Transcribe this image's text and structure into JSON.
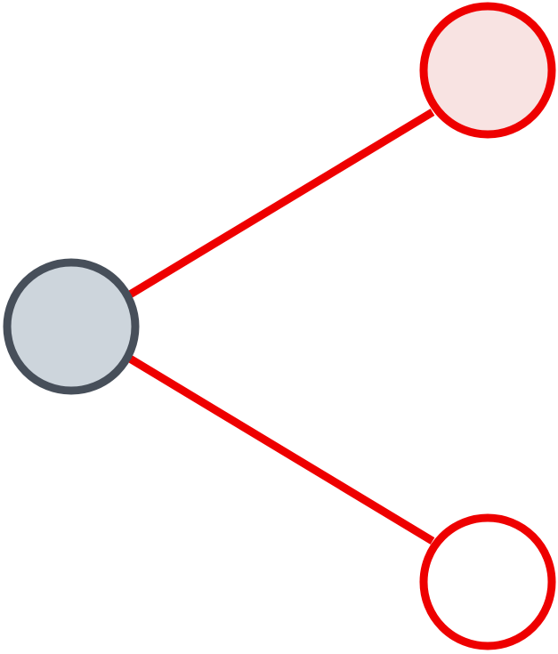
{
  "diagram": {
    "nodes": [
      {
        "id": "root",
        "fill": "#cdd5dc",
        "stroke": "#474f5a"
      },
      {
        "id": "top-child",
        "fill": "#f8e3e2",
        "stroke": "#ee0000"
      },
      {
        "id": "bottom-child",
        "fill": "#ffffff",
        "stroke": "#ee0000"
      }
    ],
    "edges": [
      {
        "from": "root",
        "to": "top-child",
        "color": "#ee0000"
      },
      {
        "from": "root",
        "to": "bottom-child",
        "color": "#ee0000"
      }
    ]
  }
}
